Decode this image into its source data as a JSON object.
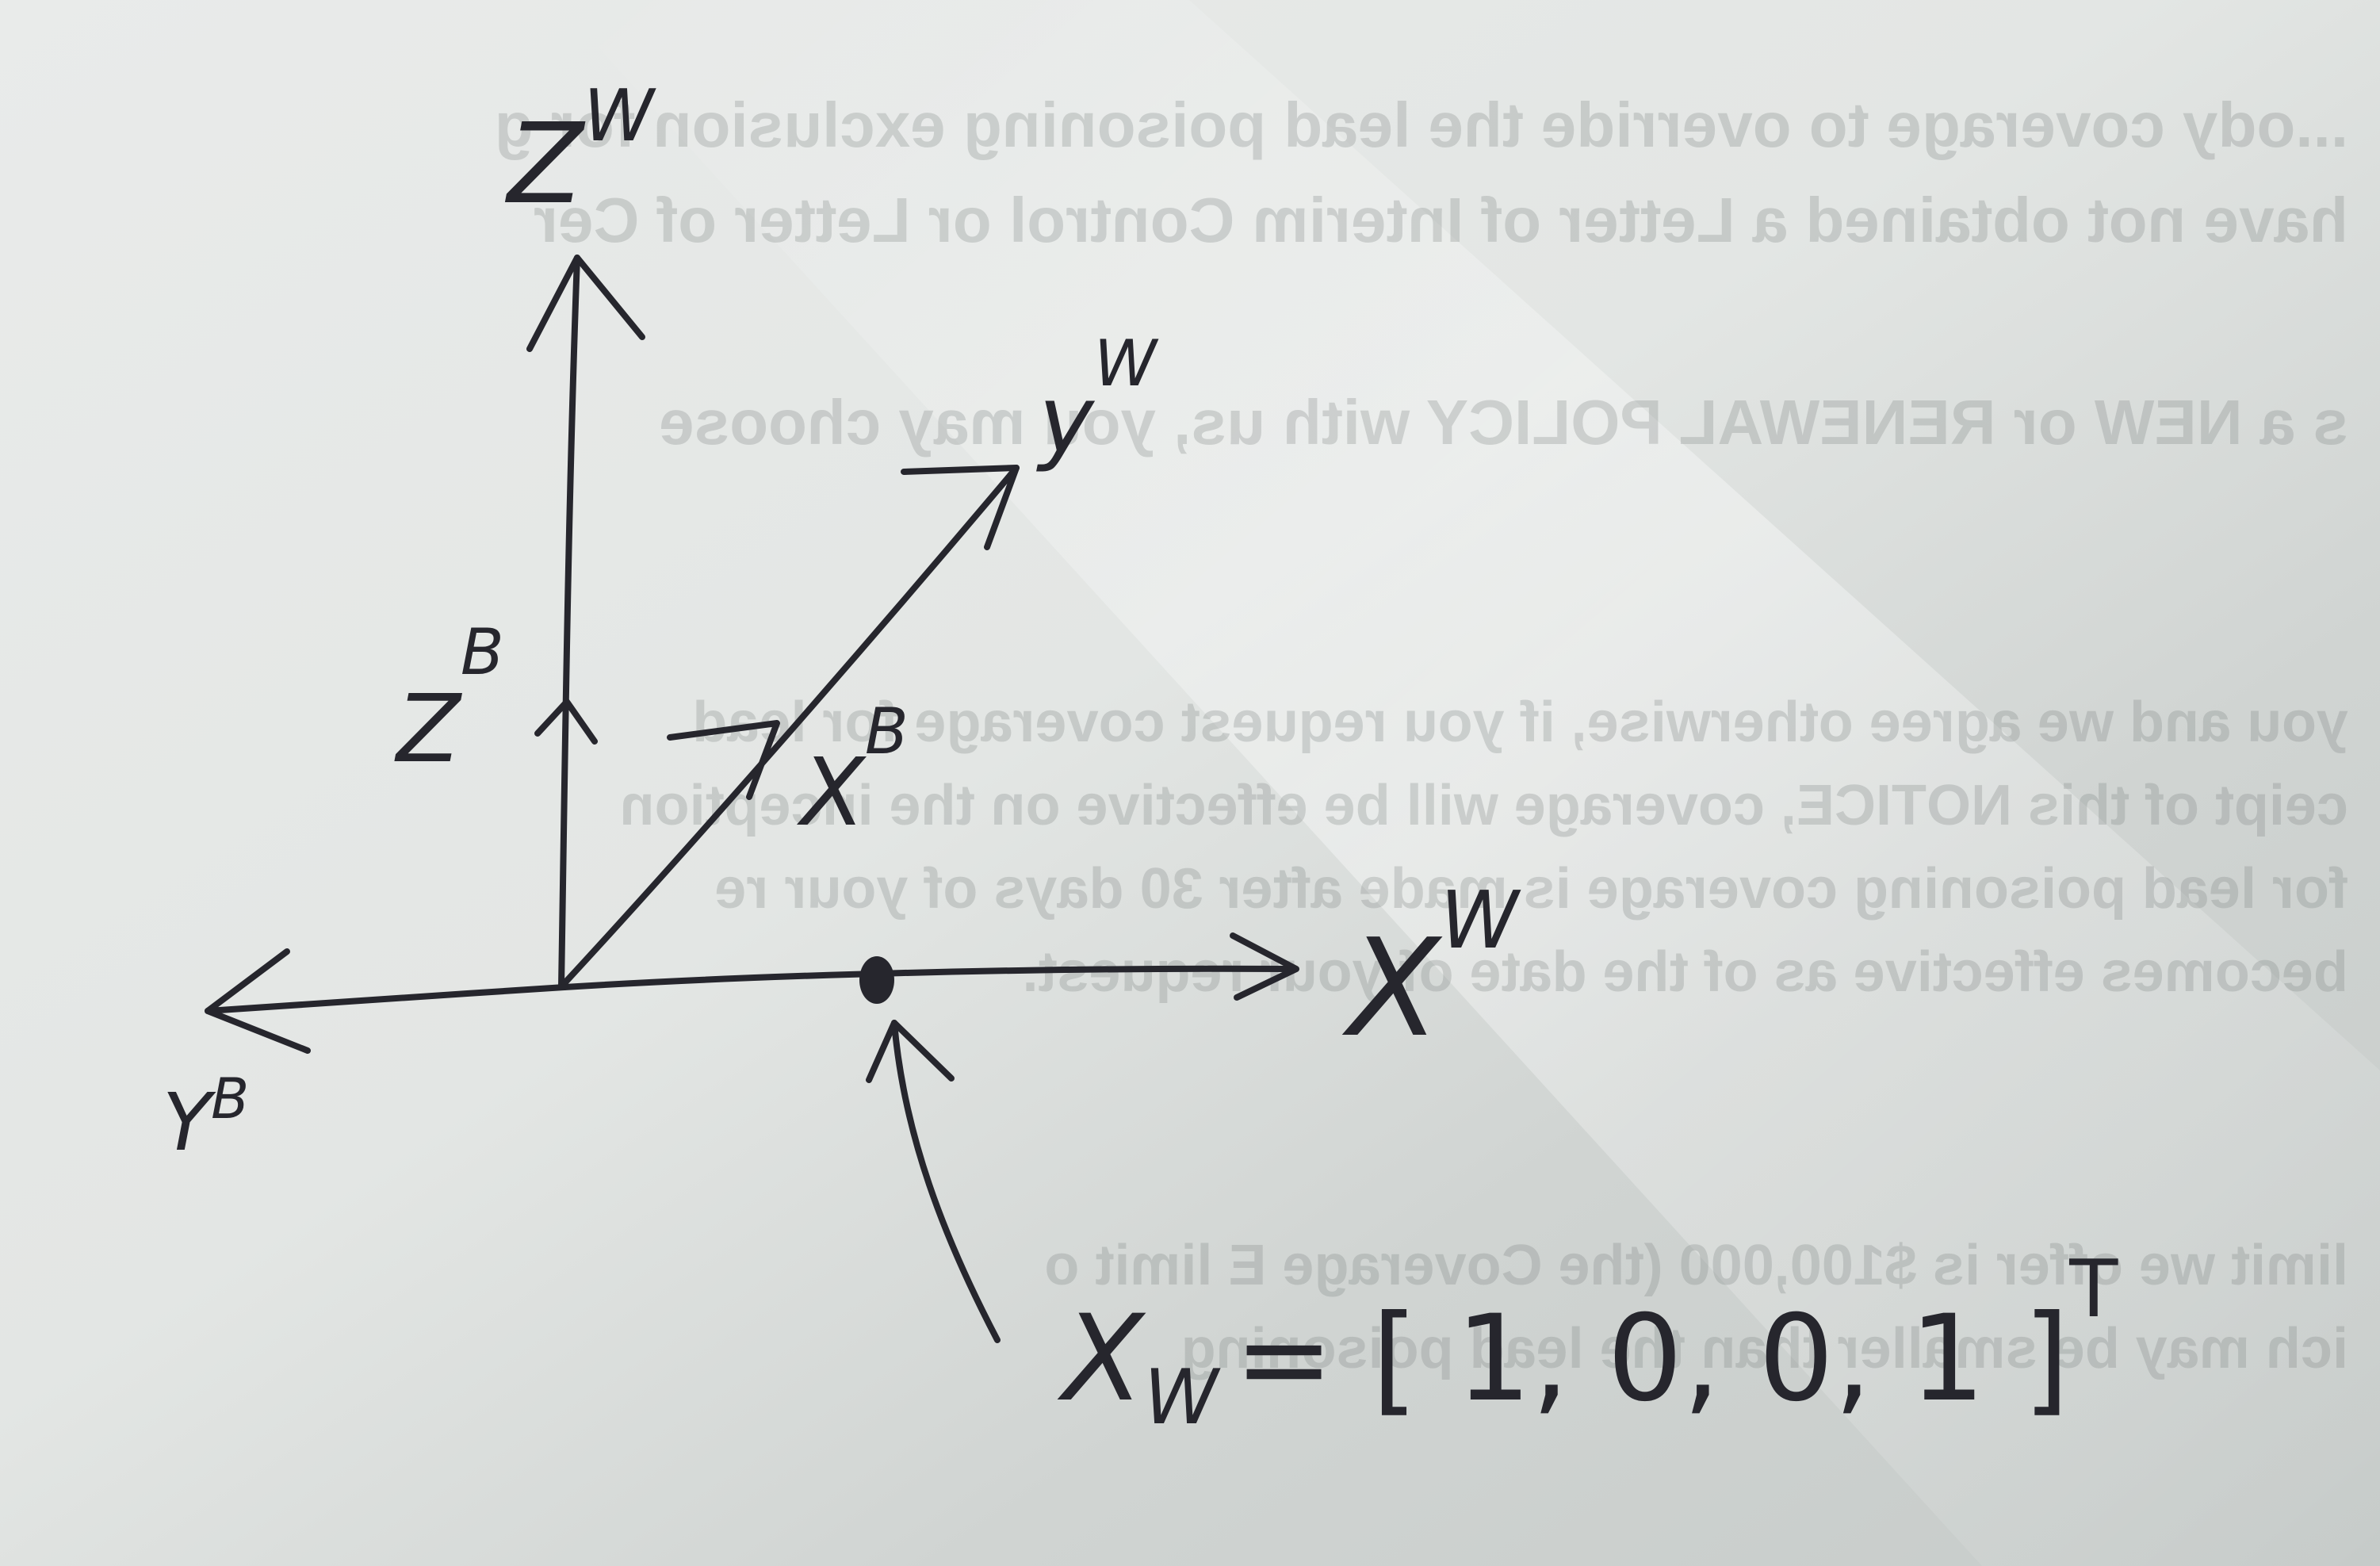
{
  "diagram": {
    "world_axes": {
      "z": {
        "letter": "Z",
        "sup": "W"
      },
      "y": {
        "letter": "y",
        "sup": "W"
      },
      "x": {
        "letter": "X",
        "sup": "W"
      }
    },
    "body_axes": {
      "z": {
        "letter": "Z",
        "sup": "B"
      },
      "x": {
        "letter": "X",
        "sup": "B"
      },
      "y": {
        "letter": "Y",
        "sup": "B"
      }
    },
    "point": {
      "equation": {
        "lhs": "X",
        "lhs_sub": "W",
        "rhs": "= [ 1, 0, 0, 1 ]",
        "rhs_sup": "T"
      }
    }
  },
  "bleedthrough": {
    "lines": [
      "...ody coverage to override the lead poisoning exclusion for g",
      "have not obtained a Letter of Interim Control or Letter of Cer",
      "s a NEW or RENEWAL POLICY with us, you may choose",
      "you and we agree otherwise, if you request coverage for lead",
      "ceipt of this NOTICE, coverage will be effective on the inception",
      "for lead poisoning coverage is made after 30 days of your re",
      "becomes effective as of the date of your request.",
      "limit we offer is $100,000 (the Coverage E limit o",
      "ich may be smaller than the lead poisoning"
    ]
  },
  "colors": {
    "paper_light": "#eef0ee",
    "paper_shadow": "#c9cdcb",
    "ink": "#26262d"
  }
}
